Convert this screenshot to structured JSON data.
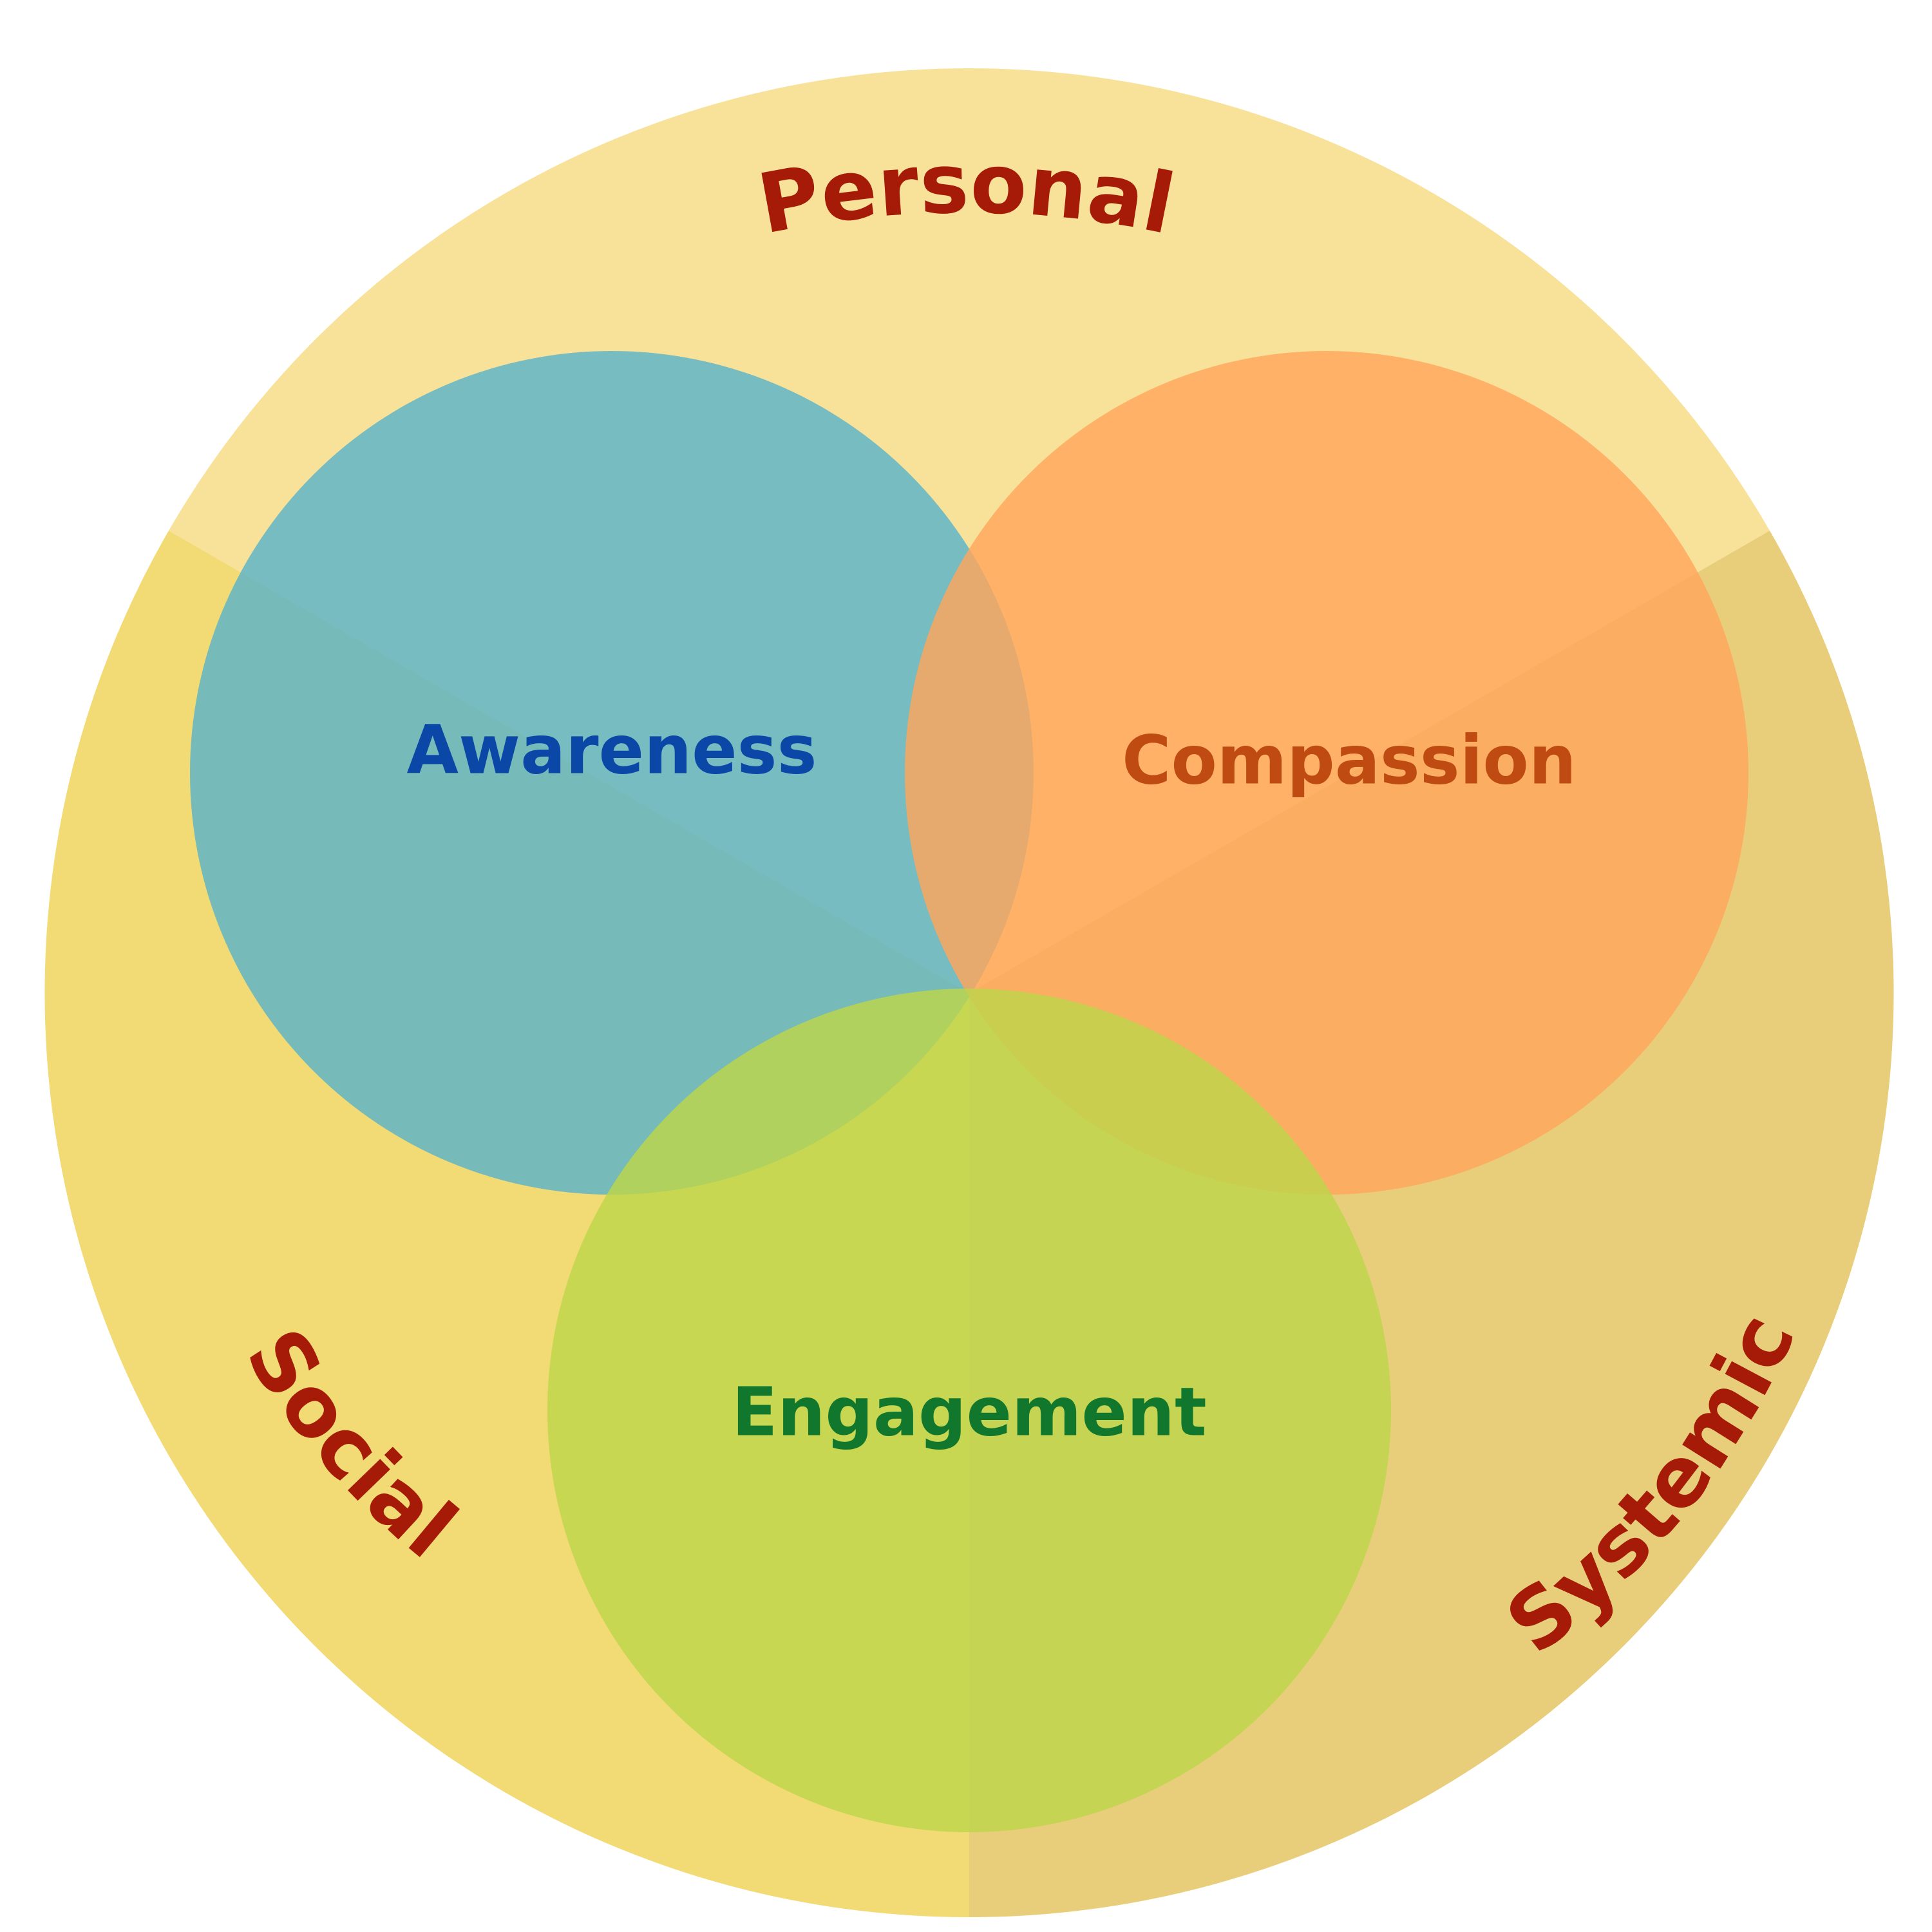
{
  "diagram": {
    "sectors": [
      {
        "label": "Personal",
        "fill": "#F8E29A"
      },
      {
        "label": "Social",
        "fill": "#F2DA74"
      },
      {
        "label": "Systemic",
        "fill": "#E8CE7A"
      }
    ],
    "circles": [
      {
        "label": "Awareness",
        "fill": "#5AB3C8",
        "text_color": "#0B47A7"
      },
      {
        "label": "Compassion",
        "fill": "#FFA65B",
        "text_color": "#BF4A12"
      },
      {
        "label": "Engagement",
        "fill": "#BDD54A",
        "text_color": "#11772D"
      }
    ],
    "ring_text_color": "#A61A08"
  }
}
